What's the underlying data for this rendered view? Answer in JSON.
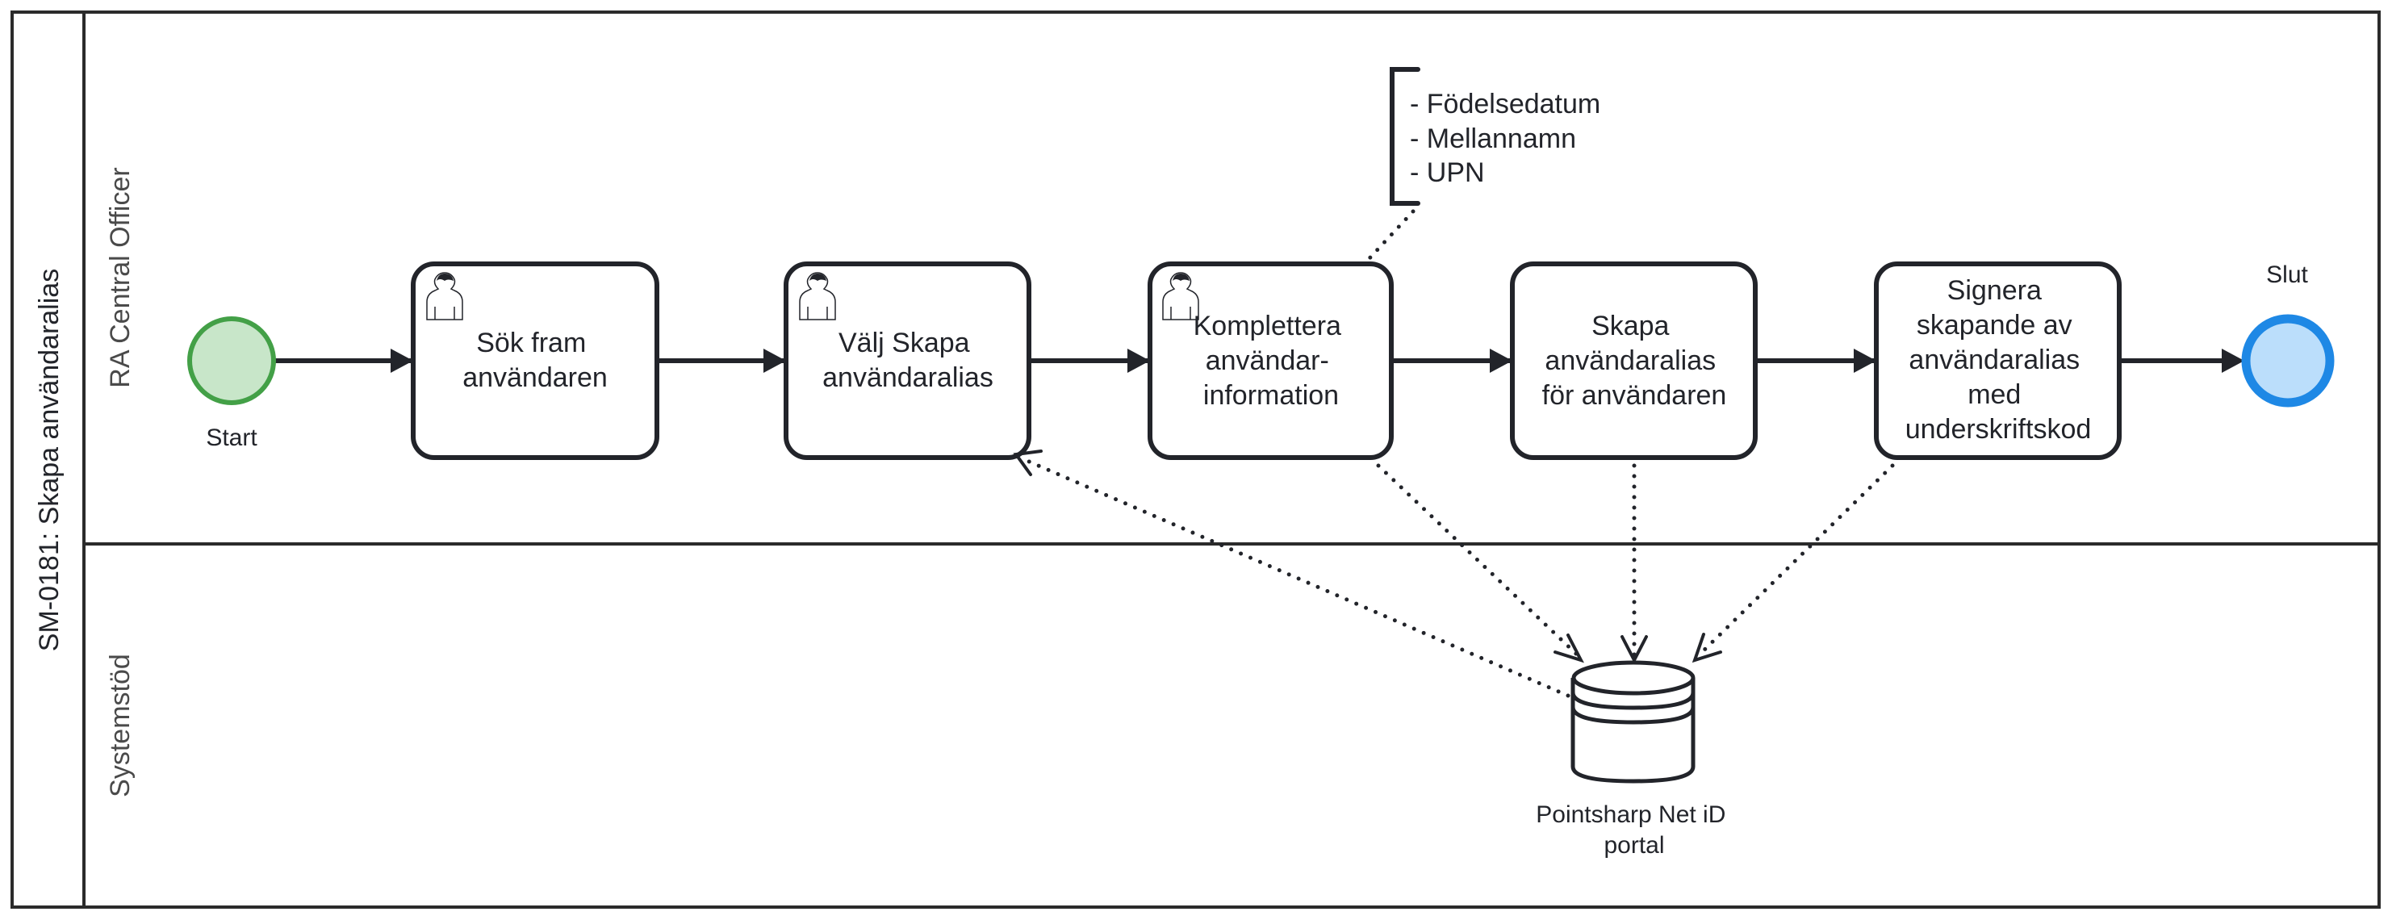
{
  "pool": {
    "title": "SM-0181: Skapa användaralias"
  },
  "lanes": [
    {
      "label": "RA Central Officer"
    },
    {
      "label": "Systemstöd"
    }
  ],
  "events": {
    "start": {
      "label": "Start",
      "stroke": "#43a047",
      "fill": "#c8e6c9"
    },
    "end": {
      "label": "Slut",
      "stroke": "#1e88e5",
      "fill": "#bbdefb"
    }
  },
  "tasks": [
    {
      "type": "user-task",
      "lines": [
        "Sök fram",
        "användaren"
      ]
    },
    {
      "type": "user-task",
      "lines": [
        "Välj Skapa",
        "användaralias"
      ]
    },
    {
      "type": "user-task",
      "lines": [
        "Komplettera",
        "användar-",
        "information"
      ]
    },
    {
      "type": "task",
      "lines": [
        "Skapa",
        "användaralias",
        "för användaren"
      ]
    },
    {
      "type": "task",
      "lines": [
        "Signera",
        "skapande av",
        "användaralias",
        "med",
        "underskriftskod"
      ]
    }
  ],
  "annotation": {
    "lines": [
      "- Födelsedatum",
      "- Mellannamn",
      "- UPN"
    ]
  },
  "data_store": {
    "lines": [
      "Pointsharp Net iD",
      "portal"
    ]
  },
  "colors": {
    "stroke": "#22242a"
  }
}
